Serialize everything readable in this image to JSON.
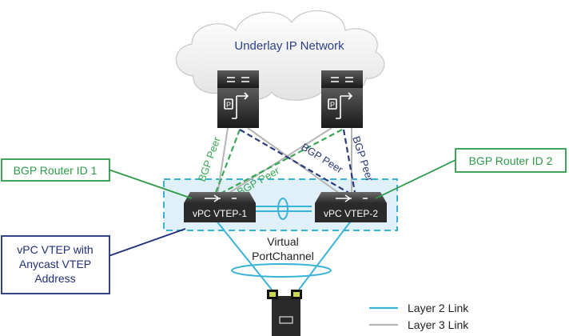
{
  "cloud": {
    "label": "Underlay IP Network"
  },
  "callouts": {
    "router_id_1": "BGP Router ID 1",
    "router_id_2": "BGP Router ID 2",
    "anycast": [
      "vPC VTEP with",
      "Anycast VTEP",
      "Address"
    ]
  },
  "switches": {
    "vtep1": "vPC VTEP-1",
    "vtep2": "vPC VTEP-2"
  },
  "bgp_peer_label": "BGP Peer",
  "virtual_portchannel": [
    "Virtual",
    "PortChannel"
  ],
  "legend": {
    "layer2": "Layer 2 Link",
    "layer3": "Layer 3 Link"
  },
  "colors": {
    "layer2": "#3ab3d9",
    "layer3": "#b5b5b5",
    "bgp_green": "#3aa655",
    "bgp_navy": "#2a3a7a",
    "cloud_text": "#2c3f8c",
    "callout_green": "#2e9a48",
    "callout_navy": "#1f2f78",
    "vpc_domain": "#39b0d6",
    "vpc_fill": "#dff0f8"
  },
  "icons": [
    "spine-switch-icon",
    "leaf-switch-icon",
    "server-host-icon"
  ]
}
